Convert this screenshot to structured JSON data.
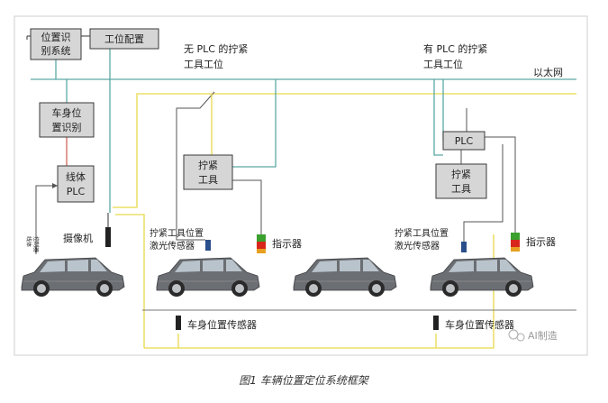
{
  "nodes": {
    "position_id_system": [
      "位置识",
      "别系统"
    ],
    "station_config": "工位配置",
    "body_position_id": [
      "车身位",
      "置识别"
    ],
    "line_plc": [
      "线体",
      "PLC"
    ],
    "tightening_tool_left": [
      "拧紧",
      "工具"
    ],
    "plc_right": "PLC",
    "tightening_tool_right": [
      "拧紧",
      "工具"
    ]
  },
  "labels": {
    "station_no_plc": [
      "无 PLC 的拧紧",
      "工具工位"
    ],
    "station_with_plc": [
      "有 PLC 的拧紧",
      "工具工位"
    ],
    "ethernet": "以太网",
    "camera": "摄像机",
    "laser_sensor_left": [
      "拧紧工具位置",
      "激光传感器"
    ],
    "laser_sensor_right": [
      "拧紧工具位置",
      "激光传感器"
    ],
    "indicator_left": "指示器",
    "indicator_right": "指示器",
    "body_sensor_left": "车身位置传感器",
    "body_sensor_right": "车身位置传感器",
    "line_side_text": [
      "线体",
      "控制器"
    ]
  },
  "watermark": "AI制造",
  "caption": "图1 车辆位置定位系统框架",
  "colors": {
    "ethernet_line": "#5aa9a4",
    "signal_line": "#e8d94a",
    "box_fill": "#d6d6d6",
    "indicator_green": "#3aa02e",
    "indicator_red": "#d8261c",
    "indicator_orange": "#e8a020"
  }
}
